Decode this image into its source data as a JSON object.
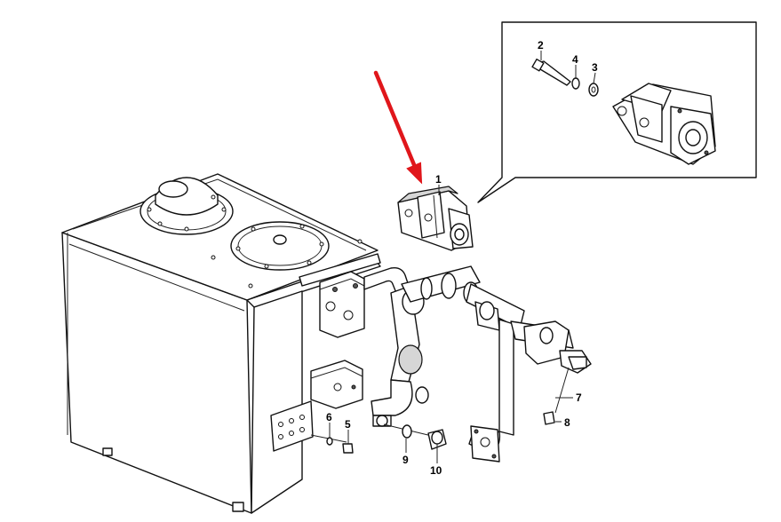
{
  "callouts": {
    "pump": "1",
    "bolt": "2",
    "washer_flat": "3",
    "washer_lock": "4",
    "plug_small": "5",
    "oring_small": "6",
    "elbow_fitting": "7",
    "cap_nut": "8",
    "oring_large": "9",
    "plug_large": "10"
  },
  "colors": {
    "arrow": "#e0161b",
    "line": "#111111",
    "background": "#ffffff"
  }
}
